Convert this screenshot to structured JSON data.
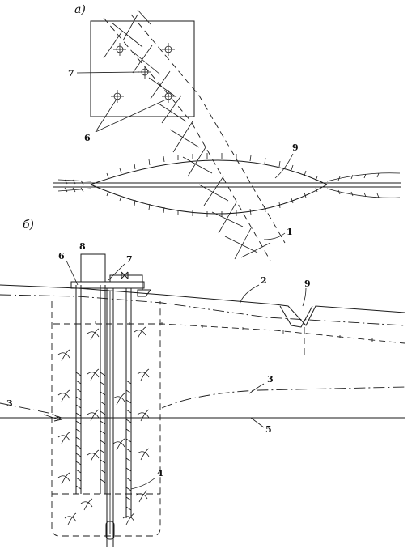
{
  "figure": {
    "subfigure_a": "а)",
    "subfigure_b": "б)",
    "labels": {
      "l6a": "6",
      "l7a": "7",
      "l9a": "9",
      "l1": "1",
      "l8": "8",
      "l6b": "6",
      "l7b": "7",
      "l2": "2",
      "l9b": "9",
      "l3a": "3",
      "l3b": "3",
      "l5": "5",
      "l4": "4"
    }
  }
}
